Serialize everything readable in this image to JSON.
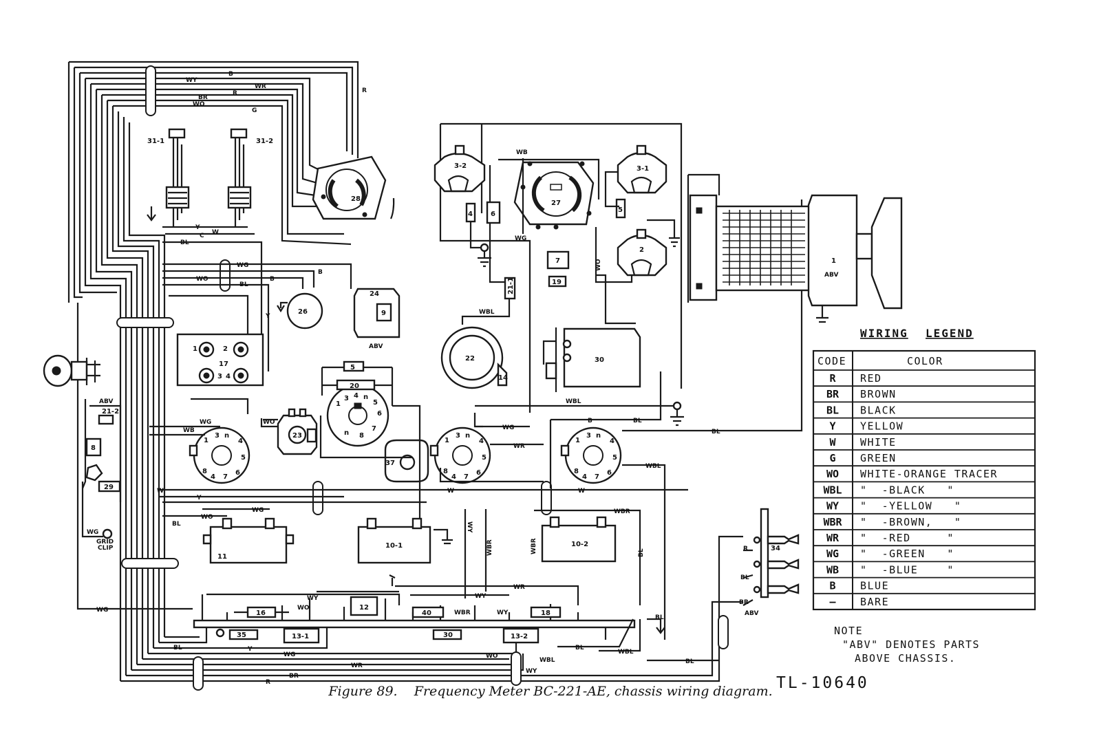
{
  "caption": {
    "figure_label": "Figure 89.",
    "title": "Frequency Meter BC-221-AE, chassis wiring diagram."
  },
  "document_code": "TL-10640",
  "legend": {
    "title_1": "WIRING",
    "title_2": "LEGEND",
    "header_code": "CODE",
    "header_color": "COLOR",
    "rows": [
      {
        "code": "R",
        "color": "RED"
      },
      {
        "code": "BR",
        "color": "BROWN"
      },
      {
        "code": "BL",
        "color": "BLACK"
      },
      {
        "code": "Y",
        "color": "YELLOW"
      },
      {
        "code": "W",
        "color": "WHITE"
      },
      {
        "code": "G",
        "color": "GREEN"
      },
      {
        "code": "WO",
        "color": "WHITE-ORANGE TRACER"
      },
      {
        "code": "WBL",
        "color": "\"  -BLACK   \""
      },
      {
        "code": "WY",
        "color": "\"  -YELLOW   \""
      },
      {
        "code": "WBR",
        "color": "\"  -BROWN,   \""
      },
      {
        "code": "WR",
        "color": "\"  -RED     \""
      },
      {
        "code": "WG",
        "color": "\"  -GREEN   \""
      },
      {
        "code": "WB",
        "color": "\"  -BLUE    \""
      },
      {
        "code": "B",
        "color": "BLUE"
      },
      {
        "code": "—",
        "color": "BARE"
      }
    ]
  },
  "note": {
    "line1": "NOTE",
    "line2": "\"ABV\" DENOTES PARTS",
    "line3": "ABOVE CHASSIS."
  },
  "components": {
    "p31_1": "31-1",
    "p31_2": "31-2",
    "p28": "28",
    "p27": "27",
    "p3_2": "3-2",
    "p3_1": "3-1",
    "p2": "2",
    "p1": "1",
    "p1_abv": "ABV",
    "p4": "4",
    "p5": "5",
    "p6": "6",
    "p7": "7",
    "p19": "19",
    "p21_1": "21-1",
    "p24": "24",
    "p9": "9",
    "p9_abv": "ABV",
    "p26": "26",
    "p22": "22",
    "p14": "14",
    "p30a": "30",
    "p17": "17",
    "p17_1": "1",
    "p17_2": "2",
    "p17_3": "3",
    "p17_4": "4",
    "p5b": "5",
    "p20": "20",
    "p23": "23",
    "p37": "37",
    "p11": "11",
    "p10_1": "10-1",
    "p10_2": "10-2",
    "p21_2": "21-2",
    "p21_abv": "ABV",
    "p8": "8",
    "p29": "29",
    "grid_clip_1": "GRID",
    "grid_clip_2": "CLIP",
    "p12": "12",
    "p16": "16",
    "p40": "40",
    "p18": "18",
    "p35": "35",
    "p13_1": "13-1",
    "p30b": "30",
    "p13_2": "13-2",
    "p34": "34",
    "p34_abv": "ABV"
  },
  "wire_labels": {
    "wy_top": "WY",
    "b_top": "B",
    "wr_top": "WR",
    "br_top": "BR",
    "r_top": "R",
    "wo_top": "WO",
    "g_top": "G",
    "r_vert": "R",
    "y_31": "Y",
    "c_31": "C",
    "w_31": "W",
    "bl_31": "BL",
    "wg_mid": "WG",
    "b_mid": "B",
    "wo_mid": "WO",
    "bl_mid": "BL",
    "b_mid2": "B",
    "y_mid": "Y",
    "wb_27": "WB",
    "wg_27": "WG",
    "wo_27": "WO",
    "wbl_22": "WBL",
    "wbl_30": "WBL",
    "bl_right": "BL",
    "b_sock3": "B",
    "bl_sock3": "BL",
    "wg_sock1": "WG",
    "wb_sock1": "WB",
    "wo_sock1": "WO",
    "wg_sock2": "WG",
    "wr_sock2": "WR",
    "wbl_sock3": "WBL",
    "w_row": "W",
    "y_row": "Y",
    "w_row2": "W",
    "w_row3": "W",
    "wg_row": "WG",
    "wo_row": "WO",
    "bl_row": "BL",
    "wy_vert": "WY",
    "wbr_vert": "WBR",
    "wbr_vert2": "WBR",
    "wbr_row": "WBR",
    "bl_vert": "BL",
    "wg_left": "WG",
    "wg_bottom": "WG",
    "wy_b1": "WY",
    "wo_b1": "WO",
    "wr_b1": "WR",
    "wy_b2": "WY",
    "wy_b3": "WY",
    "wbr_b": "WBR",
    "bl_b1": "BL",
    "y_b1": "Y",
    "wg_b1": "WG",
    "bl_b2": "BL",
    "wo_b2": "WO",
    "wbl_b": "WBL",
    "wbl_b2": "WBL",
    "bl_b3": "BL",
    "bl_b4": "BL",
    "wr_b2": "WR",
    "wy_b4": "WY",
    "br_b": "BR",
    "r_b": "R",
    "r_34": "R",
    "bl_34": "BL",
    "br_34": "BR"
  }
}
